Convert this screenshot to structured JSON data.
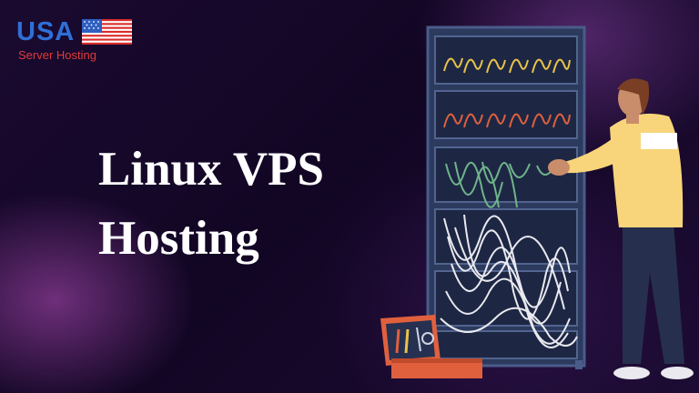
{
  "logo": {
    "brand": "USA",
    "tagline": "Server Hosting",
    "colors": {
      "brand": "#2f6fd6",
      "tagline": "#e23a3a"
    }
  },
  "headline": {
    "line1": "Linux VPS",
    "line2": "Hosting"
  },
  "illustration": {
    "description_icons": [
      "server-rack-icon",
      "technician-icon",
      "toolbox-icon"
    ]
  },
  "colors": {
    "background": "#16082a",
    "accent_purple": "#8c3c96",
    "rack": "#3d4f7a",
    "shirt": "#f8d57a"
  }
}
